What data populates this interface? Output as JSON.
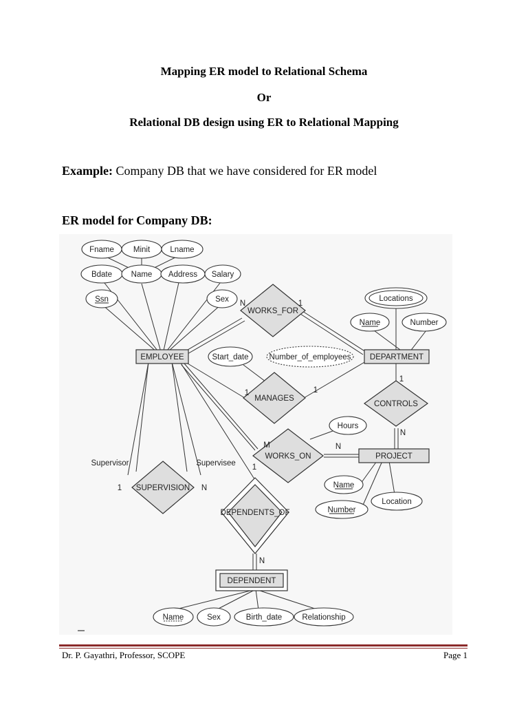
{
  "heading": {
    "line1": "Mapping ER model to Relational Schema",
    "line2": "Or",
    "line3": "Relational DB design using ER to Relational Mapping"
  },
  "example": {
    "label": "Example:",
    "text": " Company DB that we have considered for ER model"
  },
  "section_title": "ER model for Company DB:",
  "diagram": {
    "entities": {
      "employee": "EMPLOYEE",
      "department": "DEPARTMENT",
      "project": "PROJECT",
      "dependent": "DEPENDENT"
    },
    "relationships": {
      "works_for": "WORKS_FOR",
      "manages": "MANAGES",
      "controls": "CONTROLS",
      "works_on": "WORKS_ON",
      "supervision": "SUPERVISION",
      "dependents_of": "DEPENDENTS_OF"
    },
    "attributes": {
      "fname": "Fname",
      "minit": "Minit",
      "lname": "Lname",
      "bdate": "Bdate",
      "name": "Name",
      "address": "Address",
      "salary": "Salary",
      "ssn": "Ssn",
      "sex": "Sex",
      "locations": "Locations",
      "dept_name": "Name",
      "dept_number": "Number",
      "start_date": "Start_date",
      "number_of_employees": "Number_of_employees",
      "hours": "Hours",
      "proj_name": "Name",
      "proj_number": "Number",
      "location": "Location",
      "dep_name": "Name",
      "dep_sex": "Sex",
      "birth_date": "Birth_date",
      "relationship": "Relationship"
    },
    "roles": {
      "supervisor": "Supervisor",
      "supervisee": "Supervisee"
    },
    "cardinalities": {
      "works_for_emp": "N",
      "works_for_dept": "1",
      "manages_emp": "1",
      "manages_dept": "1",
      "controls_dept": "1",
      "controls_proj": "N",
      "works_on_emp": "M",
      "works_on_proj": "N",
      "supervision_1": "1",
      "supervision_n": "N",
      "dependents_of_emp": "1",
      "dependents_of_dep": "N"
    }
  },
  "footer": {
    "left": "Dr. P. Gayathri, Professor, SCOPE",
    "right": "Page 1"
  }
}
